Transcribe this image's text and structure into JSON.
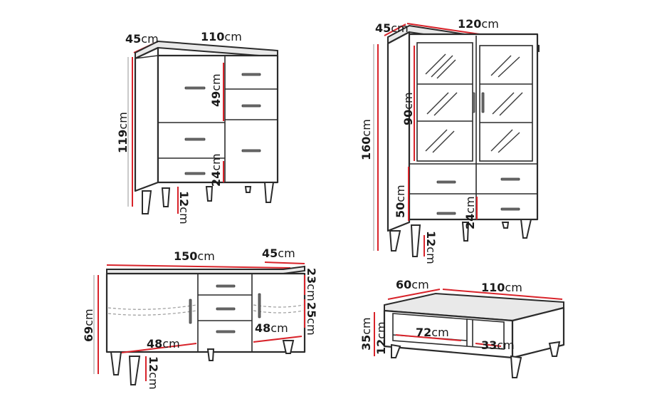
{
  "units": "cm",
  "highboard": {
    "depth": "45",
    "width": "110",
    "height": "119",
    "door_height": "49",
    "drawer_height": "24",
    "leg_height": "12"
  },
  "vitrine": {
    "depth": "45",
    "width": "120",
    "height": "160",
    "glass_height": "90",
    "base_height": "50",
    "drawer_height": "24",
    "leg_height": "12"
  },
  "sideboard": {
    "width": "150",
    "depth": "45",
    "height": "69",
    "top_drawer_height": "23",
    "drawer_height": "25",
    "left_shelf_width": "48",
    "right_shelf_width": "48",
    "leg_height": "12"
  },
  "coffee_table": {
    "depth": "60",
    "width": "110",
    "height": "35",
    "shelf_width": "72",
    "compartment_width": "33",
    "leg_height": "12"
  }
}
